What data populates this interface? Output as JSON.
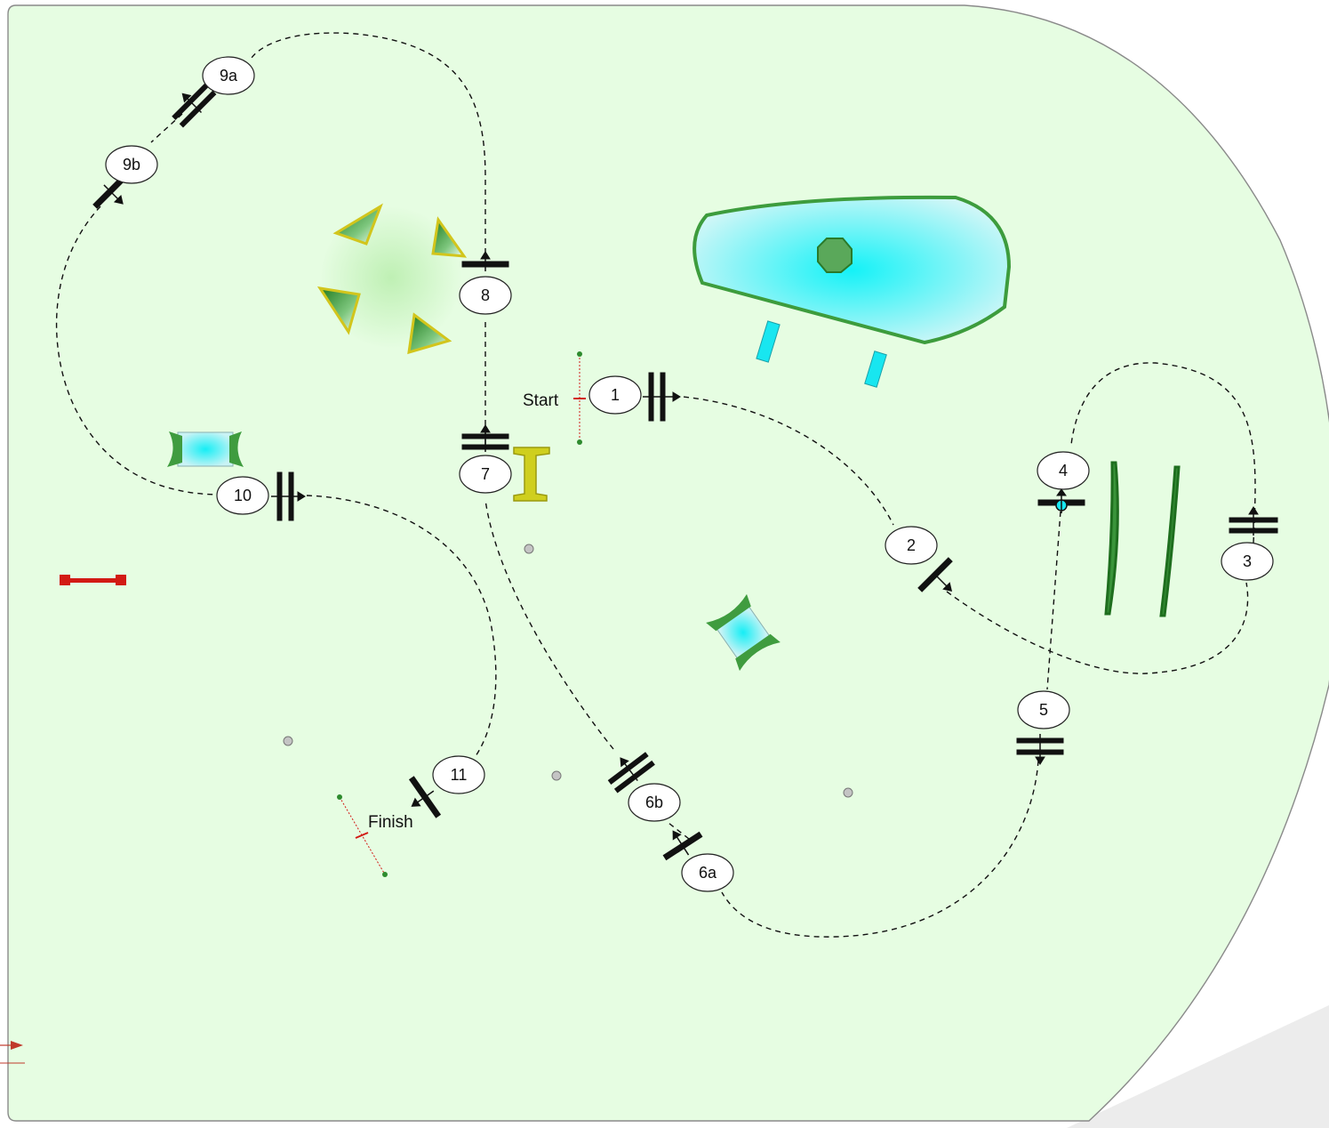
{
  "course": {
    "start_label": "Start",
    "finish_label": "Finish",
    "markers": [
      {
        "label": "1"
      },
      {
        "label": "2"
      },
      {
        "label": "3"
      },
      {
        "label": "4"
      },
      {
        "label": "5"
      },
      {
        "label": "6a"
      },
      {
        "label": "6b"
      },
      {
        "label": "7"
      },
      {
        "label": "8"
      },
      {
        "label": "9a"
      },
      {
        "label": "9b"
      },
      {
        "label": "10"
      },
      {
        "label": "11"
      }
    ]
  },
  "colors": {
    "field": "#e6fde2",
    "field_border": "#8a8a8a",
    "water": "#18e6f0",
    "foliage": "#2e8b2e",
    "obstacle_outline": "#c8c820",
    "fence_red": "#d21a14",
    "corner_shade": "#ececec"
  },
  "icons": {
    "jump": "fence-jump-icon",
    "water": "water-hazard-icon",
    "tree": "tree-icon",
    "flag": "flag-icon"
  }
}
